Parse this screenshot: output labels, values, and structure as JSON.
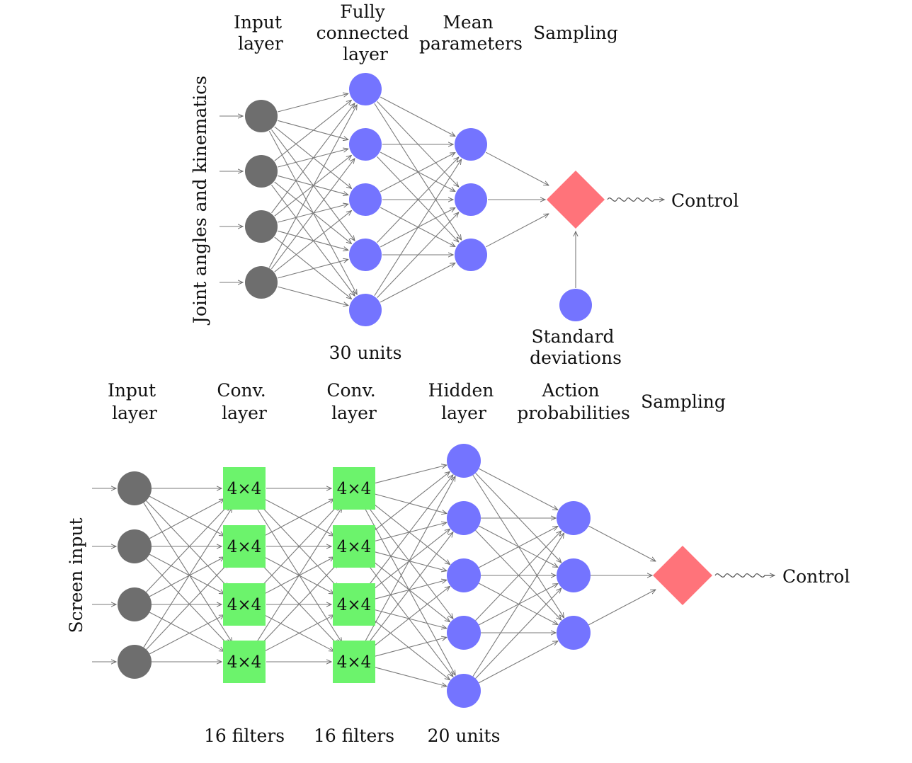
{
  "colors": {
    "input_node": "#6e6e6e",
    "hidden_node": "#7474ff",
    "conv_box": "#6cf36c",
    "sampling_diamond": "#ff737a",
    "edge": "#7a7a7a"
  },
  "top_network": {
    "side_label": "Joint angles and kinematics",
    "headers": {
      "input": [
        "Input",
        "layer"
      ],
      "fc": [
        "Fully",
        "connected",
        "layer"
      ],
      "mean": [
        "Mean",
        "parameters"
      ],
      "sampling": [
        "Sampling"
      ]
    },
    "fc_units_label": "30 units",
    "std_label": [
      "Standard",
      "deviations"
    ],
    "output_label": "Control",
    "layer_sizes": [
      4,
      5,
      3
    ]
  },
  "bottom_network": {
    "side_label": "Screen input",
    "headers": {
      "input": [
        "Input",
        "layer"
      ],
      "conv1": [
        "Conv.",
        "layer"
      ],
      "conv2": [
        "Conv.",
        "layer"
      ],
      "hidden": [
        "Hidden",
        "layer"
      ],
      "action": [
        "Action",
        "probabilities"
      ],
      "sampling": [
        "Sampling"
      ]
    },
    "conv_box_label": "4×4",
    "conv1_filters": "16 filters",
    "conv2_filters": "16 filters",
    "hidden_units": "20 units",
    "output_label": "Control",
    "layer_sizes": [
      4,
      4,
      4,
      5,
      3
    ]
  }
}
